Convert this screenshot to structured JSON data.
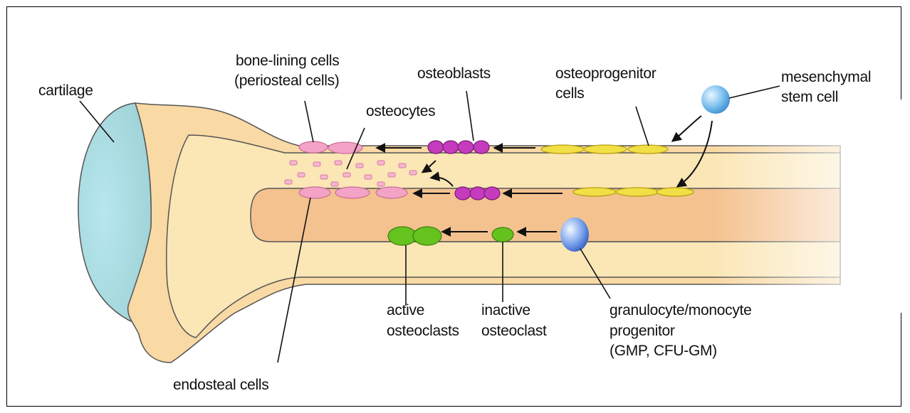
{
  "labels": {
    "cartilage": "cartilage",
    "bone_lining_1": "bone-lining cells",
    "bone_lining_2": "(periosteal cells)",
    "osteocytes": "osteocytes",
    "osteoblasts": "osteoblasts",
    "osteoprogenitor_1": "osteoprogenitor",
    "osteoprogenitor_2": "cells",
    "mesenchymal_1": "mesenchymal",
    "mesenchymal_2": "stem cell",
    "active_1": "active",
    "active_2": "osteoclasts",
    "inactive_1": "inactive",
    "inactive_2": "osteoclast",
    "gmp_1": "granulocyte/monocyte",
    "gmp_2": "progenitor",
    "gmp_3": "(GMP, CFU-GM)",
    "endosteal": "endosteal cells"
  },
  "colors": {
    "bone": "#fbe4b0",
    "marrow": "#f5c394",
    "cartilage": "#b9e1e6",
    "lining_cells": "#f2a9c6",
    "osteoblasts": "#c63cc0",
    "osteoprogenitor": "#f3e24a",
    "osteoclasts": "#66c21f",
    "stem_cell": "#6fb6e8",
    "gmp_cell": "#6d95e4"
  }
}
